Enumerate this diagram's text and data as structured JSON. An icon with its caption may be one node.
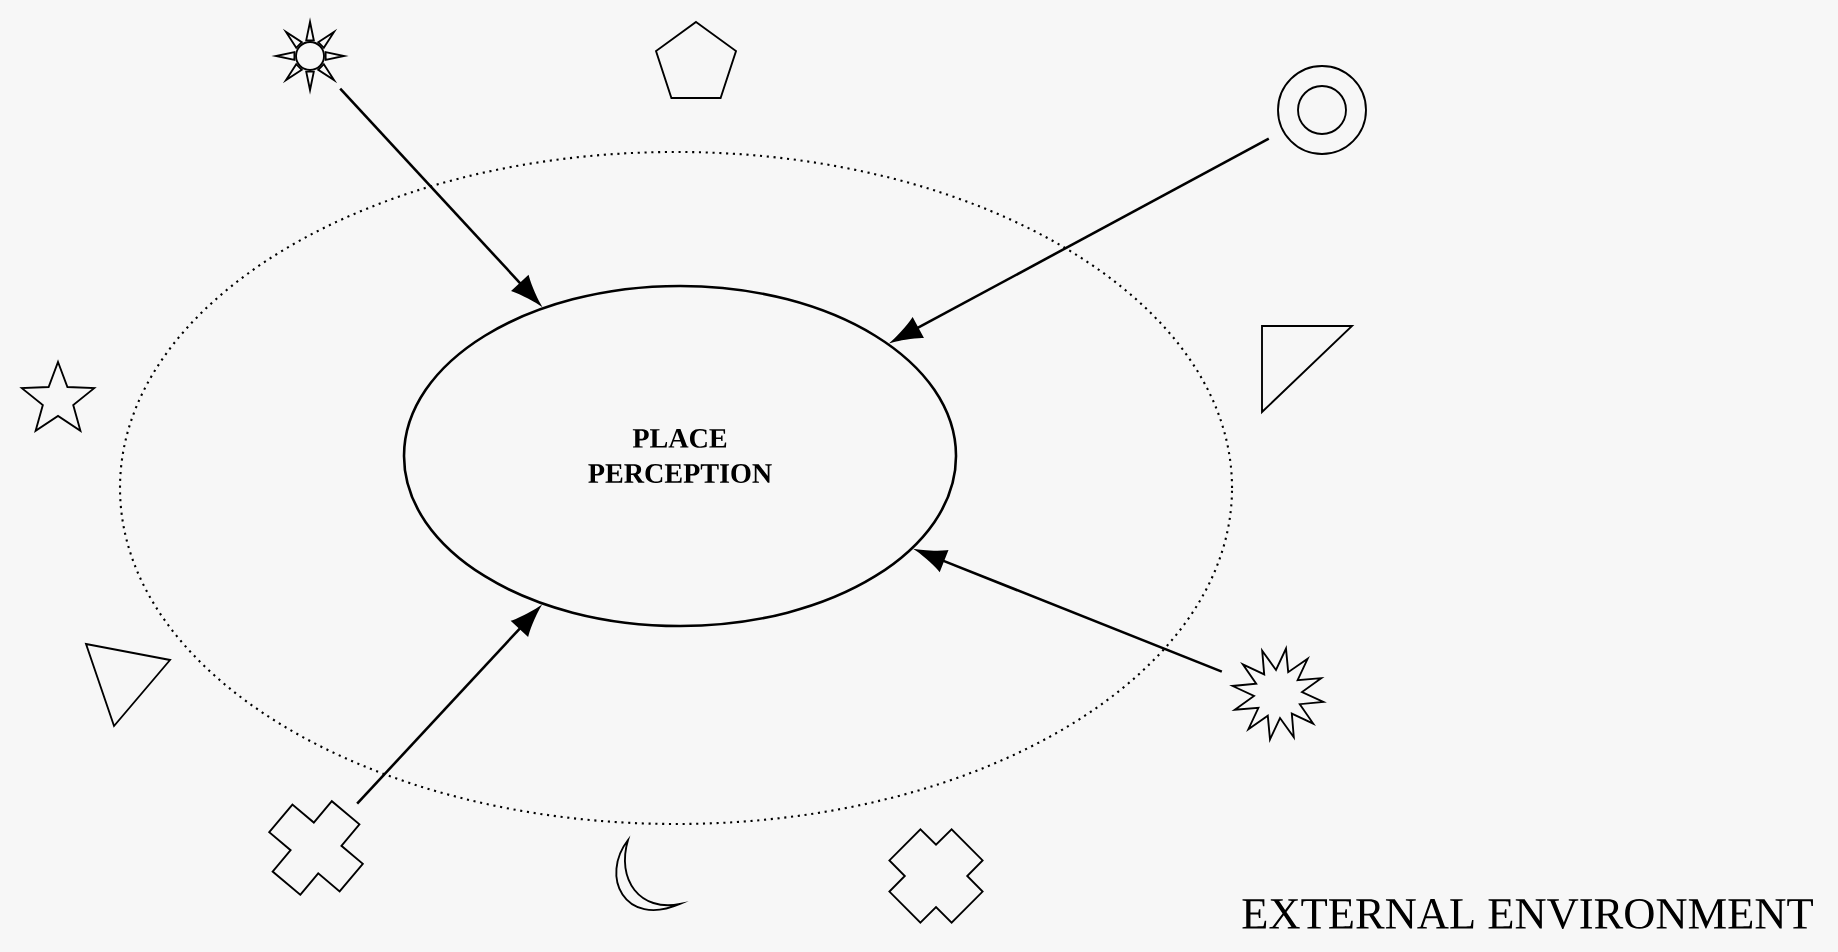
{
  "diagram": {
    "nodes": [
      {
        "text": [],
        "shape": "ellipse"
      },
      {
        "text": [
          "PLACE PERCEPTION"
        ],
        "in": 0
      },
      {
        "text": [],
        "shape": "sun"
      },
      {
        "text": [],
        "shape": "pentagon"
      },
      {
        "text": [],
        "shape": "circle"
      },
      {
        "text": [],
        "shape": "triangle"
      },
      {
        "text": [],
        "shape": "star"
      },
      {
        "text": [],
        "shape": "triangle"
      },
      {
        "text": [],
        "shape": "star"
      },
      {
        "text": [],
        "shape": "cross"
      },
      {
        "text": [],
        "shape": "moon"
      },
      {
        "text": [],
        "shape": "cross"
      }
    ],
    "edges": [
      {
        "from": 2,
        "to": 1,
        "arrow": "to"
      },
      {
        "from": 4,
        "to": 1,
        "arrow": "to"
      },
      {
        "from": 8,
        "to": 1,
        "arrow": "to"
      },
      {
        "from": 9,
        "to": 1,
        "arrow": "to"
      }
    ],
    "labels": [
      "EXTERNAL ENVIRONMENT"
    ]
  }
}
